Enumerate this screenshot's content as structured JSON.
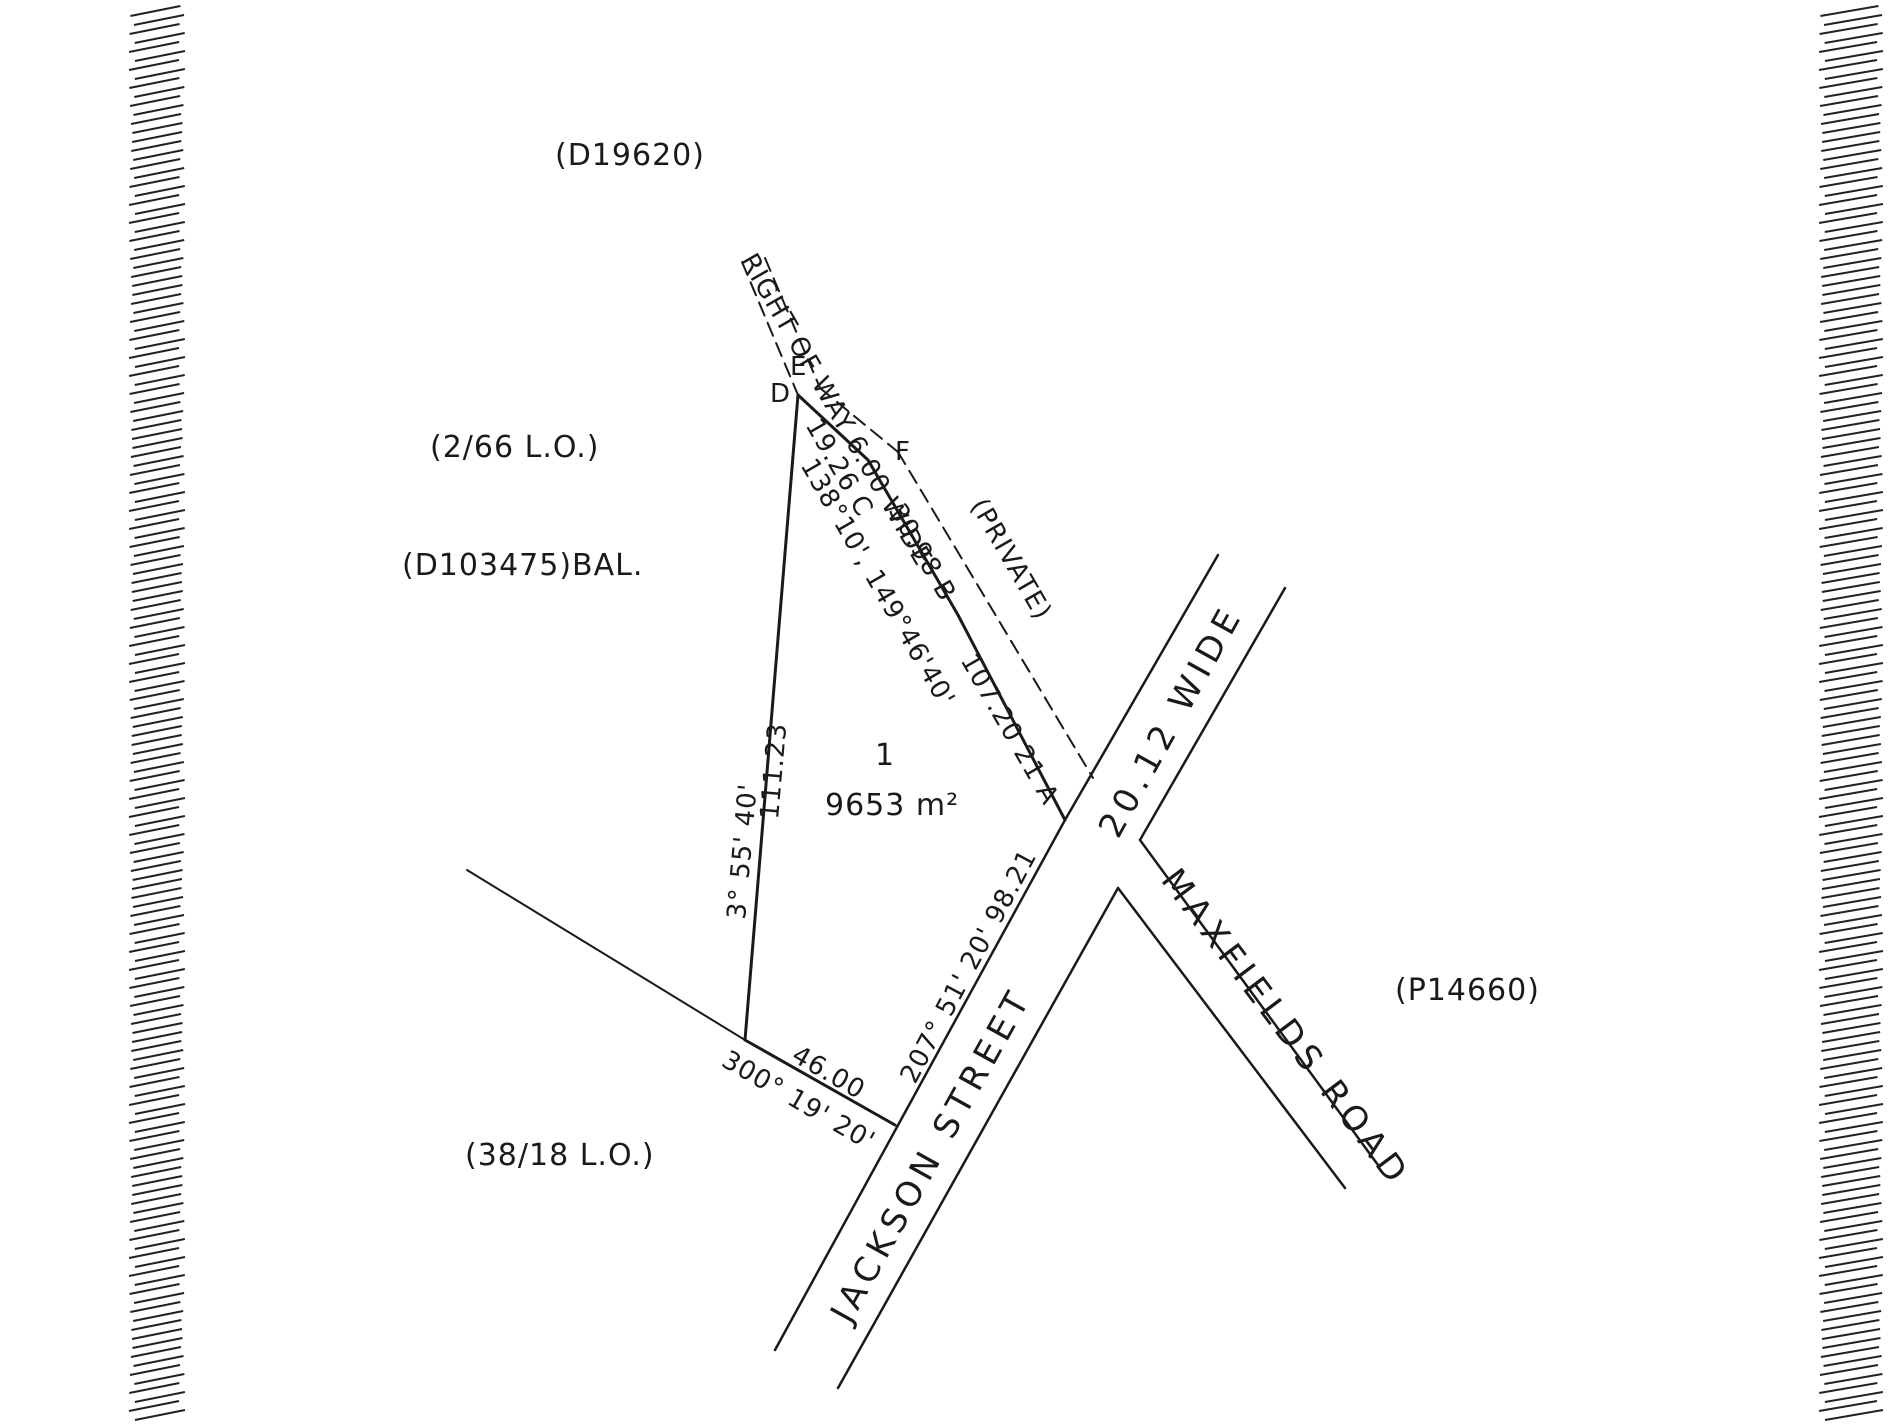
{
  "plan": {
    "lot_number": "1",
    "lot_area": "9653 m²",
    "parcels": {
      "north": "(D19620)",
      "west_upper": "(2/66 L.O.)",
      "west_mid": "(D103475)BAL.",
      "south_west": "(38/18 L.O.)",
      "east": "(P14660)"
    },
    "roads": {
      "jackson_street": "JACKSON STREET",
      "road_width": "20.12 WIDE",
      "maxfields_road": "MAXFIELDS ROAD"
    },
    "right_of_way": {
      "label": "RIGHT OF WAY 6.00 WIDE",
      "status": "(PRIVATE)",
      "letters": [
        "D",
        "E",
        "F"
      ]
    },
    "dimensions": {
      "west_bearing": "3° 55' 40'",
      "west_length": "111.23",
      "row_segment": "19.26 C",
      "row_bearing": "138°10', 149°46'40'",
      "row_segment2": "30.98 B",
      "row_length": "107.20 21 A",
      "frontage": "207° 51' 20' 98.21",
      "south_length": "46.00",
      "south_bearing": "300° 19' 20'"
    }
  }
}
